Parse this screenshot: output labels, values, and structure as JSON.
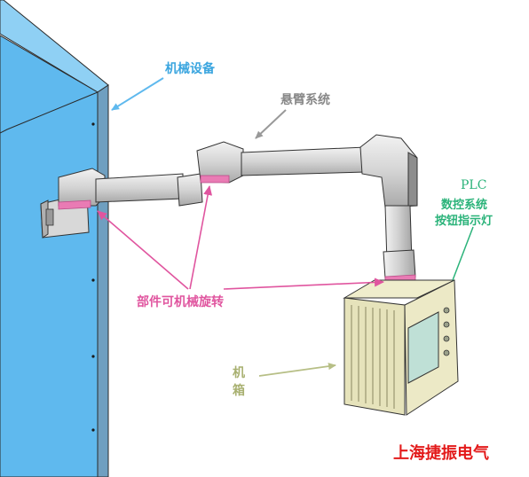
{
  "labels": {
    "machine": "机械设备",
    "cantilever": "悬臂系统",
    "plc_line1": "PLC",
    "plc_line2": "数控系统",
    "plc_line3": "按钮指示灯",
    "rotate": "部件可机械旋转",
    "box_line1": "机",
    "box_line2": "箱",
    "brand": "上海捷振电气"
  },
  "colors": {
    "machine_panel": "#5fb9ee",
    "machine_label": "#3aa5df",
    "cantilever_label": "#888888",
    "plc_label": "#2bb37a",
    "rotate_label": "#e0559f",
    "box_label": "#a8b070",
    "brand_label": "#e31b1b",
    "arm": "#cfcfcf",
    "joint_ring": "#e97bb4",
    "cabinet": "#e6e3bb"
  }
}
